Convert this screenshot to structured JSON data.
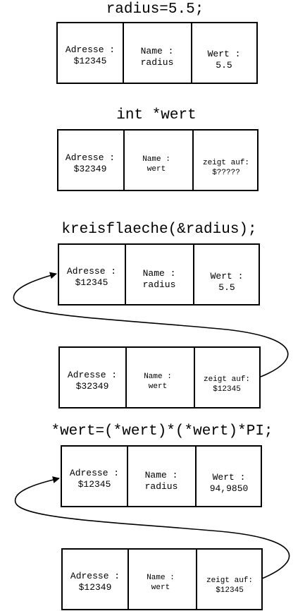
{
  "sections": [
    {
      "heading": "radius=5.5;",
      "box": {
        "adresse": [
          "Adresse :",
          "$12345"
        ],
        "name": [
          "Name :",
          "radius"
        ],
        "wert": [
          "Wert :",
          "5.5"
        ]
      }
    },
    {
      "heading": "int *wert",
      "box": {
        "adresse": [
          "Adresse :",
          "$32349"
        ],
        "name": [
          "Name :",
          "wert"
        ],
        "wert": [
          "zeigt auf:",
          "$?????"
        ]
      }
    },
    {
      "heading": "kreisflaeche(&radius);",
      "box": {
        "adresse": [
          "Adresse :",
          "$12345"
        ],
        "name": [
          "Name :",
          "radius"
        ],
        "wert": [
          "Wert :",
          "5.5"
        ]
      },
      "box2": {
        "adresse": [
          "Adresse :",
          "$32349"
        ],
        "name": [
          "Name :",
          "wert"
        ],
        "wert": [
          "zeigt auf:",
          "$12345"
        ]
      }
    },
    {
      "heading": "*wert=(*wert)*(*wert)*PI;",
      "box": {
        "adresse": [
          "Adresse :",
          "$12345"
        ],
        "name": [
          "Name :",
          "radius"
        ],
        "wert": [
          "Wert :",
          "94,9850"
        ]
      },
      "box2": {
        "adresse": [
          "Adresse :",
          "$12349"
        ],
        "name": [
          "Name :",
          "wert"
        ],
        "wert": [
          "zeigt auf:",
          "$12345"
        ]
      }
    }
  ]
}
